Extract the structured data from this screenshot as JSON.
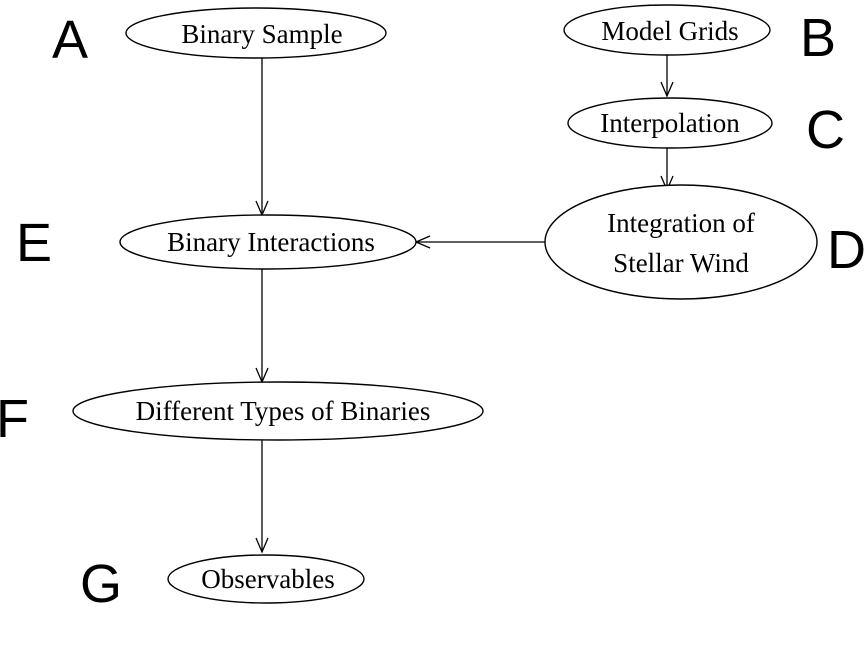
{
  "nodes": {
    "binary_sample": {
      "lines": [
        "Binary Sample"
      ],
      "letter": "A"
    },
    "model_grids": {
      "lines": [
        "Model Grids"
      ],
      "letter": "B"
    },
    "interpolation": {
      "lines": [
        "Interpolation"
      ],
      "letter": "C"
    },
    "stellar_wind": {
      "lines": [
        "Integration of",
        "Stellar Wind"
      ],
      "letter": "D"
    },
    "binary_interactions": {
      "lines": [
        "Binary Interactions"
      ],
      "letter": "E"
    },
    "binary_types": {
      "lines": [
        "Different Types of Binaries"
      ],
      "letter": "F"
    },
    "observables": {
      "lines": [
        "Observables"
      ],
      "letter": "G"
    }
  },
  "edges": [
    {
      "from": "binary_sample",
      "to": "binary_interactions"
    },
    {
      "from": "model_grids",
      "to": "interpolation"
    },
    {
      "from": "interpolation",
      "to": "stellar_wind"
    },
    {
      "from": "stellar_wind",
      "to": "binary_interactions"
    },
    {
      "from": "binary_interactions",
      "to": "binary_types"
    },
    {
      "from": "binary_types",
      "to": "observables"
    }
  ],
  "colors": {
    "stroke": "#000000",
    "fill": "#ffffff",
    "text": "#000000"
  }
}
